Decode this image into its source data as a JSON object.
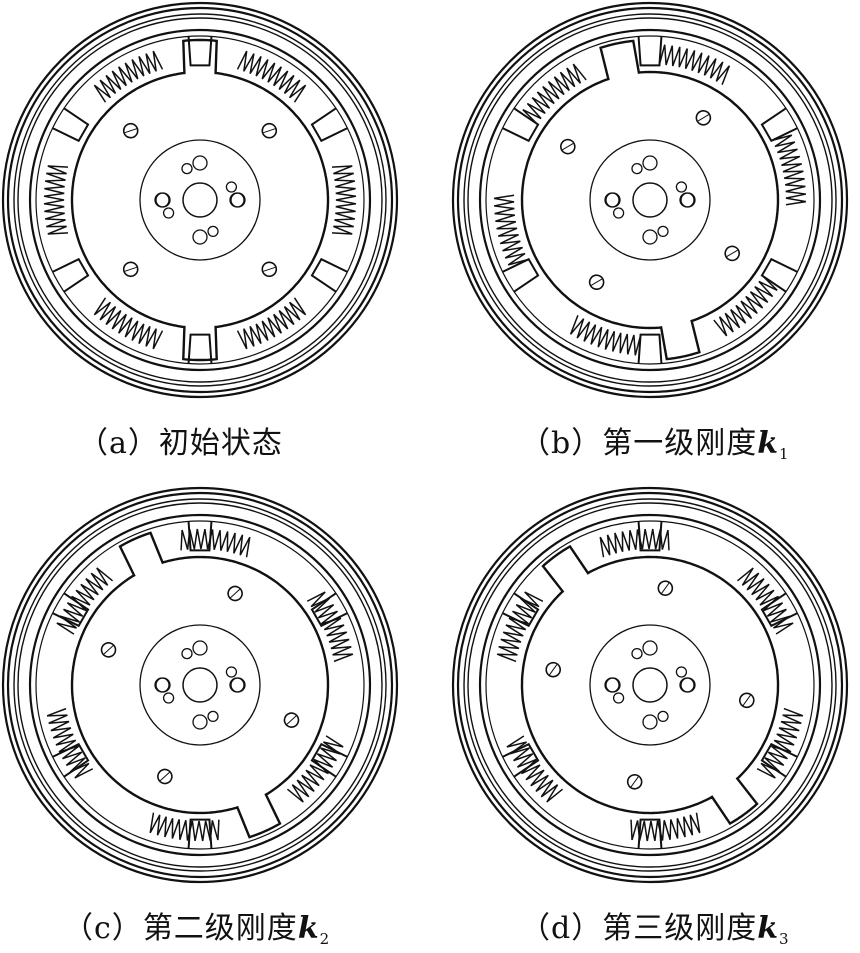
{
  "panels": [
    {
      "id": "a",
      "label": "（a）",
      "title": "初始状态",
      "k": "",
      "k_sub": ""
    },
    {
      "id": "b",
      "label": "（b）",
      "title": "第一级刚度",
      "k": "k",
      "k_sub": "1"
    },
    {
      "id": "c",
      "label": "（c）",
      "title": "第二级刚度",
      "k": "k",
      "k_sub": "2"
    },
    {
      "id": "d",
      "label": "（d）",
      "title": "第三级刚度",
      "k": "k",
      "k_sub": "3"
    }
  ],
  "colors": {
    "line": "#111111",
    "background": "#ffffff"
  }
}
